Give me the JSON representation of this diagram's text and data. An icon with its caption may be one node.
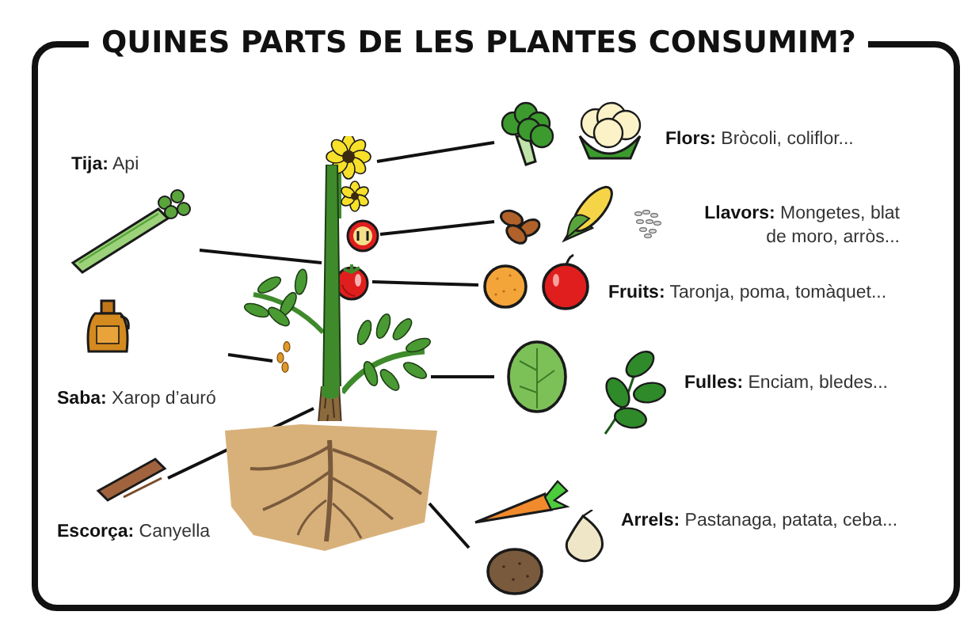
{
  "diagram": {
    "title": "QUINES PARTS DE LES PLANTES CONSUMIM?",
    "nodes": [
      {
        "text": [
          "**Tija:** Api"
        ]
      },
      {
        "text": [
          "**Saba:** Xarop d’auró"
        ]
      },
      {
        "text": [
          "**Escorça:** Canyella"
        ]
      },
      {
        "text": [
          "**Flors:** Bròcoli, coliflor..."
        ]
      },
      {
        "text": [
          "**Llavors:** Mongetes, blat de moro, arròs..."
        ]
      },
      {
        "text": [
          "**Fruits:** Taronja, poma, tomàquet..."
        ]
      },
      {
        "text": [
          "**Fulles:** Enciam, bledes..."
        ]
      },
      {
        "text": [
          "**Arrels:** Pastanaga, patata, ceba..."
        ]
      },
      {
        "text": [],
        "shape": "picture"
      },
      {
        "text": [],
        "shape": "picture"
      },
      {
        "text": [],
        "shape": "picture"
      },
      {
        "text": [],
        "shape": "picture"
      },
      {
        "text": [],
        "shape": "picture"
      },
      {
        "text": [],
        "shape": "picture"
      },
      {
        "text": [],
        "shape": "picture"
      },
      {
        "text": [],
        "shape": "picture"
      }
    ],
    "edges": [
      {
        "from": 0,
        "to": 11,
        "arrow": "none"
      },
      {
        "from": 1,
        "to": 12,
        "arrow": "none"
      },
      {
        "from": 2,
        "to": 14,
        "arrow": "none"
      },
      {
        "from": 3,
        "to": 8,
        "arrow": "none"
      },
      {
        "from": 4,
        "to": 9,
        "arrow": "none"
      },
      {
        "from": 5,
        "to": 10,
        "arrow": "none"
      },
      {
        "from": 6,
        "to": 13,
        "arrow": "none"
      },
      {
        "from": 7,
        "to": 15,
        "arrow": "none"
      }
    ]
  }
}
